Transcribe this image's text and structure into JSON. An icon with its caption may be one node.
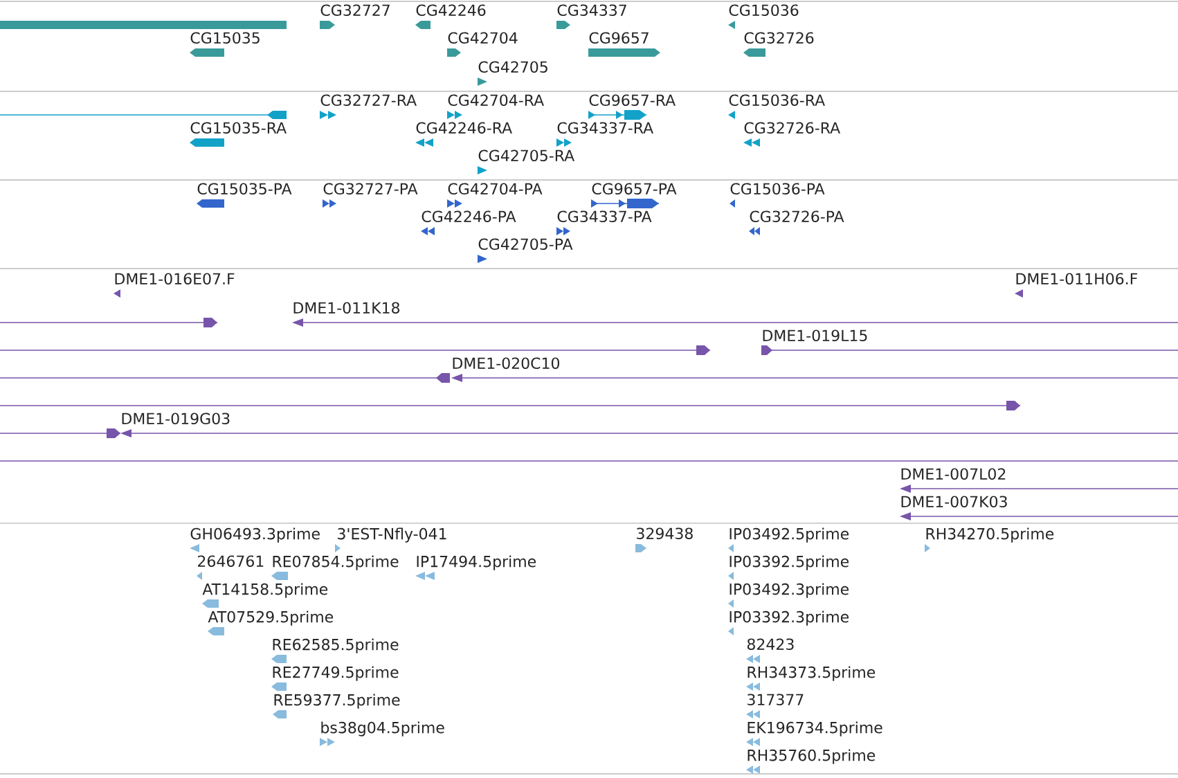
{
  "diagram": {
    "labels": [
      "CG32727",
      "CG42246",
      "CG34337",
      "CG15036",
      "CG15035",
      "CG42704",
      "CG9657",
      "CG32726",
      "CG42705",
      "CG32727-RA",
      "CG42704-RA",
      "CG9657-RA",
      "CG15036-RA",
      "CG15035-RA",
      "CG42246-RA",
      "CG34337-RA",
      "CG32726-RA",
      "CG42705-RA",
      "CG15035-PA",
      "CG32727-PA",
      "CG42704-PA",
      "CG9657-PA",
      "CG15036-PA",
      "CG42246-PA",
      "CG34337-PA",
      "CG32726-PA",
      "CG42705-PA",
      "DME1-016E07.F",
      "DME1-011H06.F",
      "DME1-011K18",
      "DME1-019L15",
      "DME1-020C10",
      "DME1-019G03",
      "DME1-007L02",
      "DME1-007K03",
      "GH06493.3prime",
      "3'EST-Nfly-041",
      "329438",
      "IP03492.5prime",
      "RH34270.5prime",
      "2646761",
      "RE07854.5prime",
      "IP17494.5prime",
      "IP03392.5prime",
      "AT14158.5prime",
      "IP03492.3prime",
      "AT07529.5prime",
      "IP03392.3prime",
      "RE62585.5prime",
      "82423",
      "RE27749.5prime",
      "RH34373.5prime",
      "RE59377.5prime",
      "317377",
      "bs38g04.5prime",
      "EK196734.5prime",
      "RH35760.5prime"
    ]
  }
}
